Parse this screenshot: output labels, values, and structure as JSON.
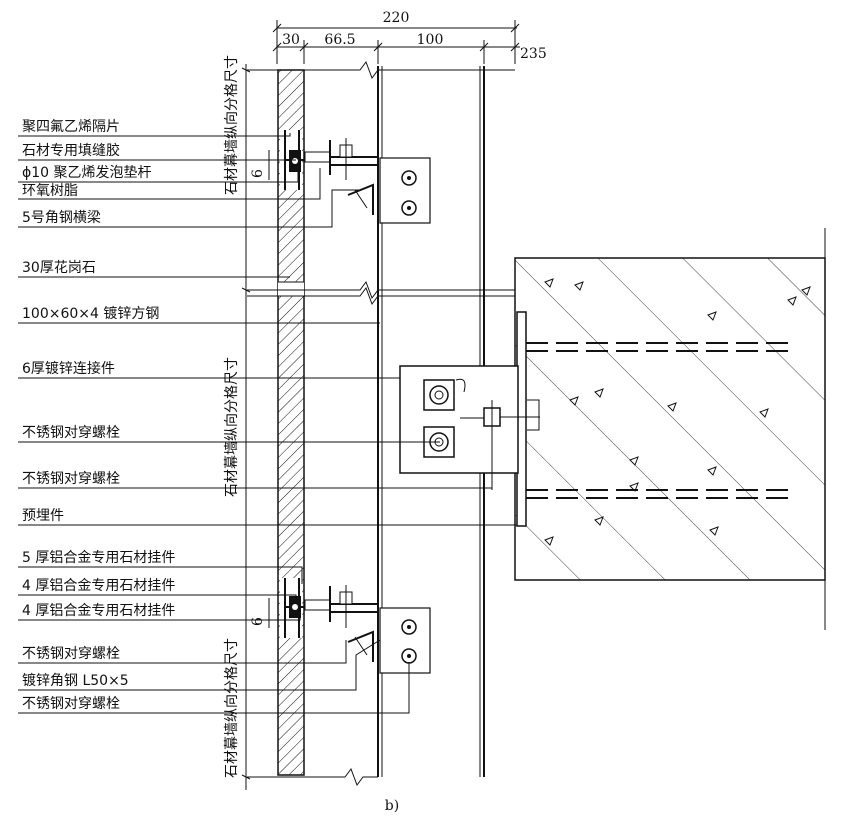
{
  "dimensions": {
    "overall": "220",
    "seg1": "30",
    "seg2": "66.5",
    "seg3": "100",
    "seg4": "235",
    "gap_upper": "6",
    "gap_lower": "6"
  },
  "vertical_labels": {
    "top": "石材幕墙纵向分格尺寸",
    "middle": "石材幕墙纵向分格尺寸",
    "bottom": "石材幕墙纵向分格尺寸"
  },
  "callouts": [
    {
      "text": "聚四氟乙烯隔片"
    },
    {
      "text": "石材专用填缝胶"
    },
    {
      "text": "ϕ10 聚乙烯发泡垫杆"
    },
    {
      "text": "环氧树脂"
    },
    {
      "text": "5号角钢横梁"
    },
    {
      "text": "30厚花岗石"
    },
    {
      "text": "100×60×4 镀锌方钢"
    },
    {
      "text": "6厚镀锌连接件"
    },
    {
      "text": "不锈钢对穿螺栓"
    },
    {
      "text": "不锈钢对穿螺栓"
    },
    {
      "text": "预埋件"
    },
    {
      "text": "5 厚铝合金专用石材挂件"
    },
    {
      "text": "4 厚铝合金专用石材挂件"
    },
    {
      "text": "4 厚铝合金专用石材挂件"
    },
    {
      "text": "不锈钢对穿螺栓"
    },
    {
      "text": "镀锌角钢 L50×5"
    },
    {
      "text": "不锈钢对穿螺栓"
    }
  ],
  "caption": "b)"
}
